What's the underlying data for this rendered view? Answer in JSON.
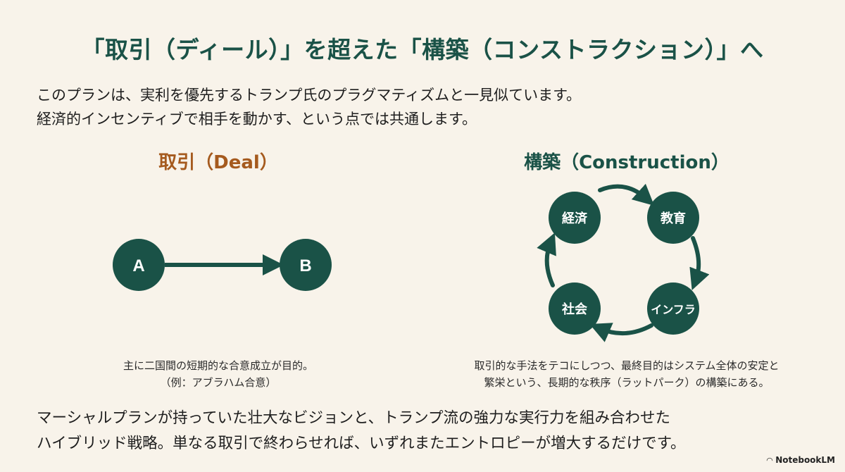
{
  "title": "「取引（ディール）」を超えた「構築（コンストラクション）」へ",
  "intro": [
    "このプランは、実利を優先するトランプ氏のプラグマティズムと一見似ています。",
    "経済的インセンティブで相手を動かす、という点では共通します。"
  ],
  "deal": {
    "heading": "取引（Deal）",
    "node_a": "A",
    "node_b": "B",
    "caption": [
      "主に二国間の短期的な合意成立が目的。",
      "（例：アブラハム合意）"
    ]
  },
  "construction": {
    "heading": "構築（Construction）",
    "nodes": [
      "経済",
      "教育",
      "インフラ",
      "社会"
    ],
    "caption": [
      "取引的な手法をテコにしつつ、最終目的はシステム全体の安定と",
      "繁栄という、長期的な秩序（ラットパーク）の構築にある。"
    ]
  },
  "bottom": [
    "マーシャルプランが持っていた壮大なビジョンと、トランプ流の強力な実行力を組み合わせた",
    "ハイブリッド戦略。単なる取引で終わらせれば、いずれまたエントロピーが増大するだけです。"
  ],
  "brand": "NotebookLM",
  "colors": {
    "node": "#1a5247",
    "deal_heading": "#a55a1e",
    "background": "#f8f3ea"
  }
}
